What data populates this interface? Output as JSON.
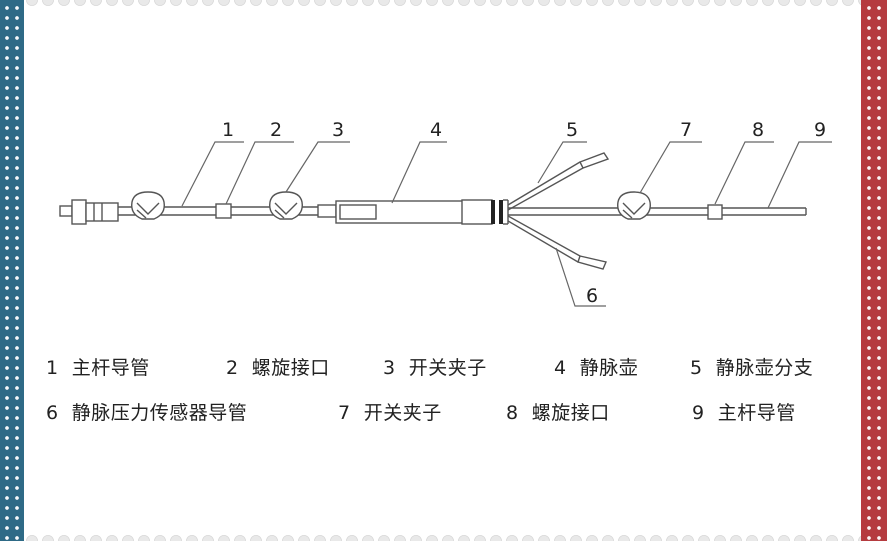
{
  "callout_numbers": [
    "1",
    "2",
    "3",
    "4",
    "5",
    "6",
    "7",
    "8",
    "9"
  ],
  "legend": [
    {
      "num": "1",
      "text": "主杆导管"
    },
    {
      "num": "2",
      "text": "螺旋接口"
    },
    {
      "num": "3",
      "text": "开关夹子"
    },
    {
      "num": "4",
      "text": "静脉壶"
    },
    {
      "num": "5",
      "text": "静脉壶分支"
    },
    {
      "num": "6",
      "text": "静脉压力传感器导管"
    },
    {
      "num": "7",
      "text": "开关夹子"
    },
    {
      "num": "8",
      "text": "螺旋接口"
    },
    {
      "num": "9",
      "text": "主杆导管"
    }
  ],
  "colors": {
    "left_border": "#2e6a86",
    "right_border": "#b53b3f",
    "line": "#555555",
    "text": "#222222"
  }
}
